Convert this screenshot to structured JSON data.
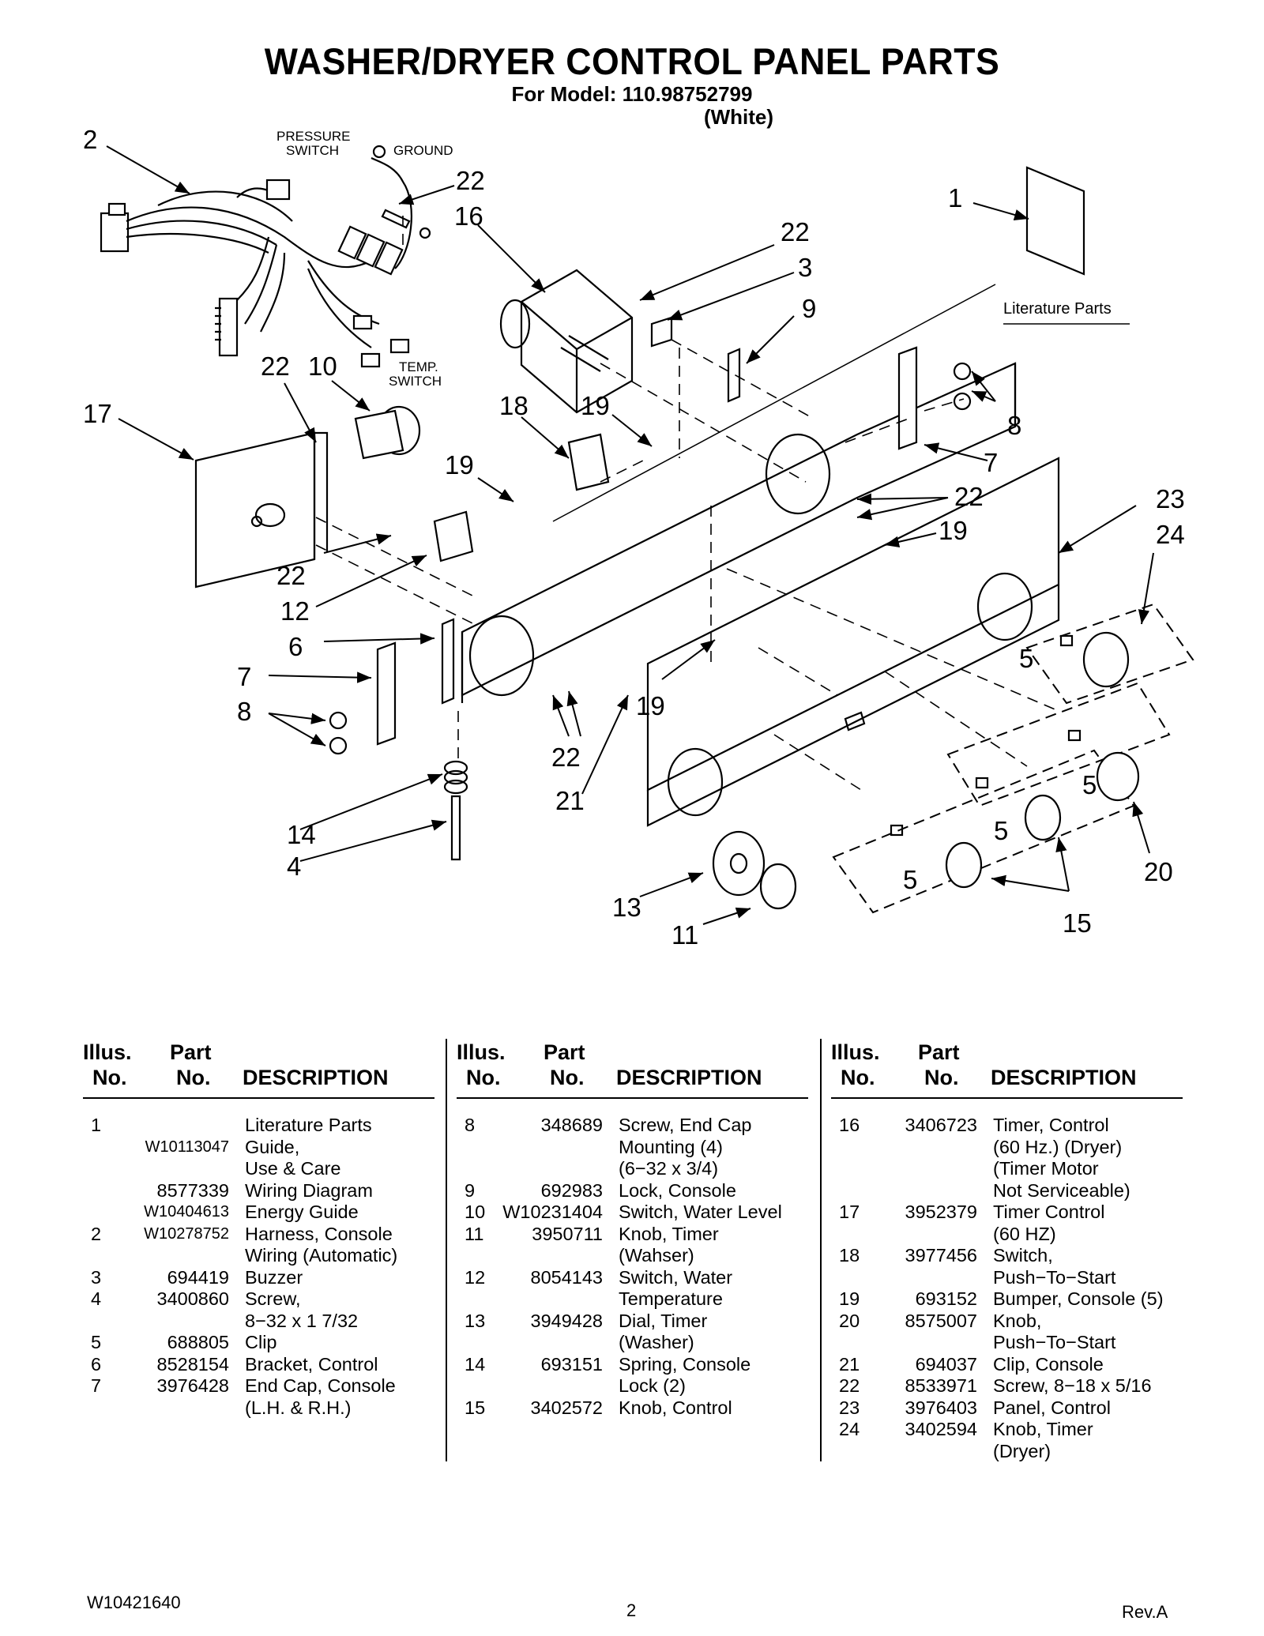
{
  "title": "WASHER/DRYER CONTROL PANEL PARTS",
  "model_line": "For Model: 110.98752799",
  "color_line": "(White)",
  "diagram": {
    "labels": {
      "pressure_switch_1": "PRESSURE",
      "pressure_switch_2": "SWITCH",
      "ground": "GROUND",
      "temp_switch_1": "TEMP.",
      "temp_switch_2": "SWITCH",
      "literature_parts": "Literature Parts"
    },
    "callouts": [
      "1",
      "2",
      "3",
      "4",
      "5",
      "6",
      "7",
      "8",
      "9",
      "10",
      "11",
      "12",
      "13",
      "14",
      "15",
      "16",
      "17",
      "18",
      "19",
      "20",
      "21",
      "22",
      "23",
      "24"
    ]
  },
  "table": {
    "headers": {
      "illus": "Illus.",
      "no": "No.",
      "part": "Part",
      "part_no": "No.",
      "description": "DESCRIPTION"
    },
    "columns": [
      [
        {
          "illus": "1",
          "part": "",
          "desc": "Literature Parts"
        },
        {
          "illus": "",
          "part": "W10113047",
          "desc": "Guide,\nUse & Care"
        },
        {
          "illus": "",
          "part": "8577339",
          "desc": "Wiring Diagram"
        },
        {
          "illus": "",
          "part": "W10404613",
          "desc": "Energy Guide"
        },
        {
          "illus": "2",
          "part": "W10278752",
          "desc": "Harness, Console\nWiring (Automatic)"
        },
        {
          "illus": "3",
          "part": "694419",
          "desc": "Buzzer"
        },
        {
          "illus": "4",
          "part": "3400860",
          "desc": "Screw,\n8−32 x 1 7/32"
        },
        {
          "illus": "5",
          "part": "688805",
          "desc": "Clip"
        },
        {
          "illus": "6",
          "part": "8528154",
          "desc": "Bracket, Control"
        },
        {
          "illus": "7",
          "part": "3976428",
          "desc": "End Cap, Console\n(L.H. & R.H.)"
        }
      ],
      [
        {
          "illus": "8",
          "part": "348689",
          "desc": "Screw, End Cap\nMounting (4)\n(6−32 x 3/4)"
        },
        {
          "illus": "9",
          "part": "692983",
          "desc": "Lock, Console"
        },
        {
          "illus": "10",
          "part": "W10231404",
          "desc": "Switch, Water Level"
        },
        {
          "illus": "11",
          "part": "3950711",
          "desc": "Knob, Timer\n(Wahser)"
        },
        {
          "illus": "12",
          "part": "8054143",
          "desc": "Switch, Water\nTemperature"
        },
        {
          "illus": "13",
          "part": "3949428",
          "desc": "Dial, Timer\n(Washer)"
        },
        {
          "illus": "14",
          "part": "693151",
          "desc": "Spring, Console\nLock (2)"
        },
        {
          "illus": "15",
          "part": "3402572",
          "desc": "Knob, Control"
        }
      ],
      [
        {
          "illus": "16",
          "part": "3406723",
          "desc": "Timer, Control\n(60 Hz.) (Dryer)\n(Timer Motor\nNot Serviceable)"
        },
        {
          "illus": "17",
          "part": "3952379",
          "desc": "Timer Control\n(60 HZ)"
        },
        {
          "illus": "18",
          "part": "3977456",
          "desc": "Switch,\nPush−To−Start"
        },
        {
          "illus": "19",
          "part": "693152",
          "desc": "Bumper, Console (5)"
        },
        {
          "illus": "20",
          "part": "8575007",
          "desc": "Knob,\nPush−To−Start"
        },
        {
          "illus": "21",
          "part": "694037",
          "desc": "Clip, Console"
        },
        {
          "illus": "22",
          "part": "8533971",
          "desc": "Screw, 8−18 x 5/16"
        },
        {
          "illus": "23",
          "part": "3976403",
          "desc": "Panel, Control"
        },
        {
          "illus": "24",
          "part": "3402594",
          "desc": "Knob, Timer\n(Dryer)"
        }
      ]
    ]
  },
  "footer": {
    "doc_number": "W10421640",
    "page": "2",
    "rev": "Rev.A"
  }
}
